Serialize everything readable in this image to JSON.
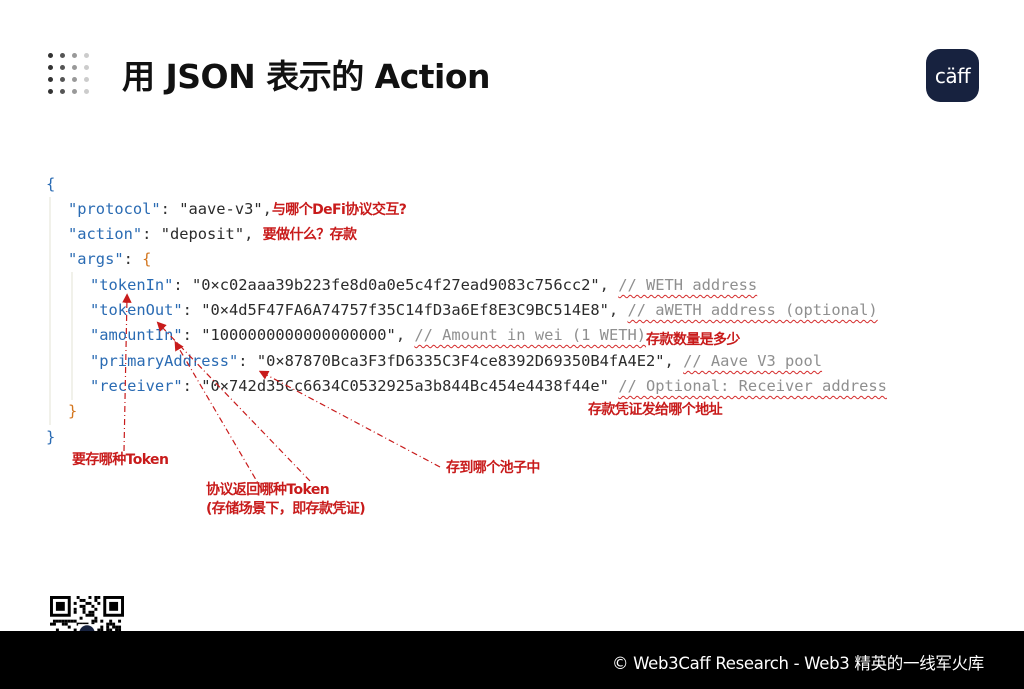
{
  "header": {
    "title": "用 JSON 表示的 Action",
    "logo_text": "cäff"
  },
  "code": {
    "open_brace": "{",
    "protocol_key": "\"protocol\"",
    "protocol_value": "\"aave-v3\"",
    "protocol_note": "与哪个DeFi协议交互?",
    "action_key": "\"action\"",
    "action_value": "\"deposit\"",
    "action_note": "要做什么？存款",
    "args_key": "\"args\"",
    "args_open": "{",
    "tokenIn_key": "\"tokenIn\"",
    "tokenIn_value": "\"0×c02aaa39b223fe8d0a0e5c4f27ead9083c756cc2\"",
    "tokenIn_comment": "// WETH address",
    "tokenOut_key": "\"tokenOut\"",
    "tokenOut_value": "\"0×4d5F47FA6A74757f35C14fD3a6Ef8E3C9BC514E8\"",
    "tokenOut_comment": "// aWETH address (optional)",
    "amountIn_key": "\"amountIn\"",
    "amountIn_value": "\"1000000000000000000\"",
    "amountIn_comment": "// Amount in wei (1 WETH)",
    "amountIn_note": "存款数量是多少",
    "primaryAddress_key": "\"primaryAddress\"",
    "primaryAddress_value": "\"0×87870Bca3F3fD6335C3F4ce8392D69350B4fA4E2\"",
    "primaryAddress_comment": "// Aave V3 pool",
    "receiver_key": "\"receiver\"",
    "receiver_value": "\"0×742d35Cc6634C0532925a3b844Bc454e4438f44e\"",
    "receiver_comment": "// Optional: Receiver address",
    "args_close": "}",
    "close_brace": "}"
  },
  "annotations": {
    "receiver_note": "存款凭证发给哪个地址",
    "tokenIn_note": "要存哪种Token",
    "tokenOut_note_line1": "协议返回哪种Token",
    "tokenOut_note_line2": "(存储场景下，即存款凭证)",
    "pool_note": "存到哪个池子中"
  },
  "footer": {
    "text": "© Web3Caff Research - Web3 精英的一线军火库"
  },
  "colors": {
    "annotation_red": "#c81b1b",
    "json_key_blue": "#2a6bb3",
    "logo_navy": "#17223f",
    "footer_bg": "#000000"
  }
}
